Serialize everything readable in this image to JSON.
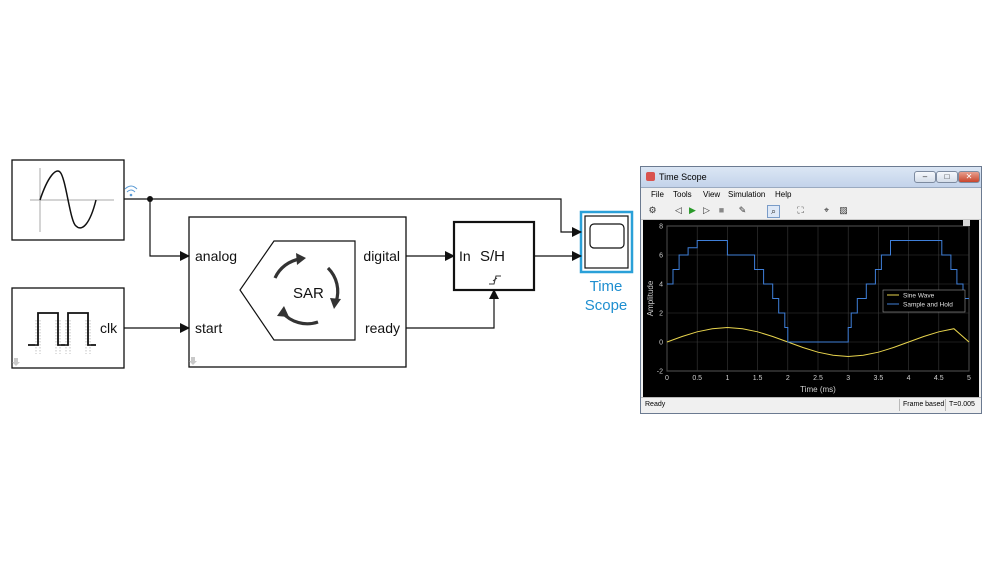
{
  "diagram": {
    "blocks": {
      "sar": {
        "label": "SAR",
        "inputs": [
          "analog",
          "start"
        ],
        "outputs": [
          "digital",
          "ready"
        ]
      },
      "sample_hold": {
        "label": "S/H",
        "input": "In"
      },
      "pulse": {
        "label": "clk"
      },
      "time_scope": {
        "label_line1": "Time",
        "label_line2": "Scope"
      }
    }
  },
  "scope_window": {
    "title": "Time Scope",
    "menu": [
      "File",
      "Tools",
      "View",
      "Simulation",
      "Help"
    ],
    "window_buttons": {
      "minimize": "–",
      "maximize": "□",
      "close": "✕"
    },
    "status": {
      "left": "Ready",
      "frame": "Frame based",
      "time": "T=0.005"
    }
  },
  "chart_data": {
    "type": "line",
    "xlabel": "Time (ms)",
    "ylabel": "Amplitude",
    "xlim": [
      0,
      5
    ],
    "ylim": [
      -2,
      8
    ],
    "x_ticks": [
      "0",
      "0.5",
      "1",
      "1.5",
      "2",
      "2.5",
      "3",
      "3.5",
      "4",
      "4.5",
      "5"
    ],
    "y_ticks": [
      "-2",
      "0",
      "2",
      "4",
      "6",
      "8"
    ],
    "grid": true,
    "legend_position": "right",
    "series": [
      {
        "name": "Sine Wave",
        "color": "#e8d44d",
        "x": [
          0,
          0.25,
          0.5,
          0.75,
          1.0,
          1.25,
          1.5,
          1.75,
          2.0,
          2.25,
          2.5,
          2.75,
          3.0,
          3.25,
          3.5,
          3.75,
          4.0,
          4.25,
          4.5,
          4.75,
          5.0
        ],
        "y": [
          0,
          0.38,
          0.7,
          0.92,
          1.0,
          0.92,
          0.7,
          0.38,
          0,
          -0.38,
          -0.7,
          -0.92,
          -1.0,
          -0.92,
          -0.7,
          -0.38,
          0,
          0.38,
          0.7,
          0.92,
          0
        ]
      },
      {
        "name": "Sample and Hold",
        "color": "#3f7fd9",
        "x": [
          0,
          0.1,
          0.1,
          0.2,
          0.2,
          0.35,
          0.35,
          0.5,
          0.5,
          1.0,
          1.0,
          1.45,
          1.45,
          1.6,
          1.6,
          1.75,
          1.75,
          1.85,
          1.85,
          1.95,
          1.95,
          2.0,
          2.0,
          3.0,
          3.0,
          3.05,
          3.05,
          3.15,
          3.15,
          3.3,
          3.3,
          3.45,
          3.45,
          3.55,
          3.55,
          3.7,
          3.7,
          4.1,
          4.1,
          4.55,
          4.55,
          4.7,
          4.7,
          4.8,
          4.8,
          4.9,
          4.9,
          5.0
        ],
        "y": [
          4,
          4,
          5,
          5,
          6,
          6,
          6.5,
          6.5,
          7,
          7,
          6,
          6,
          5,
          5,
          4,
          4,
          3,
          3,
          2,
          2,
          1,
          1,
          0,
          0,
          1,
          1,
          2,
          2,
          3,
          3,
          4,
          4,
          5,
          5,
          6,
          6,
          7,
          7,
          7,
          7,
          6,
          6,
          5,
          5,
          4,
          4,
          3,
          3
        ]
      }
    ]
  }
}
